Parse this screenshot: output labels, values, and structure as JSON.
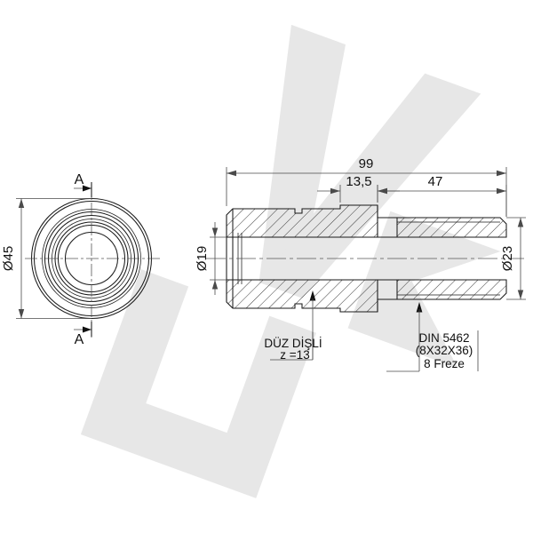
{
  "drawing": {
    "title": "Technical part drawing - splined shaft adapter",
    "background_color": "#ffffff",
    "line_color": "#1a1a1a",
    "dim_color": "#4a4a4a",
    "watermark_color": "#e7e7e7"
  },
  "dimensions": {
    "overall_length": "99",
    "thread_length": "13,5",
    "spline_length": "47",
    "outer_diameter": "Ø45",
    "bore_diameter": "Ø19",
    "shaft_diameter": "Ø23"
  },
  "section_marks": {
    "top_label": "A",
    "bottom_label": "A"
  },
  "notes": {
    "left": {
      "line1": "DÜZ DİŞLİ",
      "line2": "z =13"
    },
    "right": {
      "line1": "DIN 5462",
      "line2": "(8X32X36)",
      "line3": "8 Freze"
    }
  },
  "views": {
    "front_view_name": "circular-end-view",
    "section_view_name": "section-a-a-view"
  }
}
